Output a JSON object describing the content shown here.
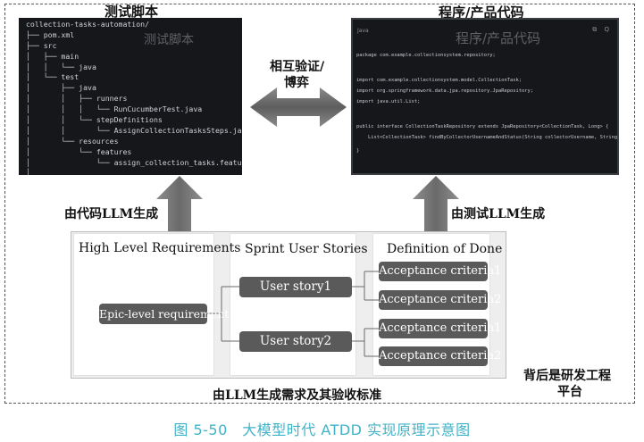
{
  "labels": {
    "test_script": "测试脚本",
    "product_code": "程序/产品代码",
    "mutual_line1": "相互验证/",
    "mutual_line2": "博弈",
    "by_code_llm": "由代码LLM生成",
    "by_test_llm": "由测试LLM生成",
    "by_llm_req": "由LLM生成需求及其验收标准",
    "platform_line1": "背后是研发工程",
    "platform_line2": "平台"
  },
  "left_panel": {
    "watermark": "测试脚本",
    "tree": [
      "collection-tasks-automation/",
      "├── pom.xml",
      "├── src",
      "│   ├── main",
      "│   │   └── java",
      "│   └── test",
      "│       ├── java",
      "│       │   ├── runners",
      "│       │   │   └── RunCucumberTest.java",
      "│       │   └── stepDefinitions",
      "│       │       └── AssignCollectionTasksSteps.java",
      "│       └── resources",
      "│           └── features",
      "│               └── assign_collection_tasks.feature",
      "│"
    ]
  },
  "right_panel": {
    "tab": "Java",
    "icons": "⧉ Q",
    "watermark": "程序/产品代码",
    "code": [
      "package com.example.collectionsystem.repository;",
      "import com.example.collectionsystem.model.CollectionTask;",
      "import org.springframework.data.jpa.repository.JpaRepository;",
      "import java.util.List;",
      "public interface CollectionTaskRepository extends JpaRepository<CollectionTask, Long> {",
      "    List<CollectionTask> findByCollectorUsernameAndStatus(String collectorUsername, String status",
      "}"
    ]
  },
  "requirements": {
    "col1_title": "High Level Requirements",
    "col2_title": "Sprint User Stories",
    "col3_title": "Definition of Done",
    "epic": "Epic-level requirement",
    "story1": "User story1",
    "story2": "User story2",
    "ac1": "Acceptance criteria1",
    "ac2": "Acceptance criteria2",
    "ac3": "Acceptance criteria1",
    "ac4": "Acceptance criteria2"
  },
  "caption": "图 5-50　大模型时代 ATDD 实现原理示意图"
}
